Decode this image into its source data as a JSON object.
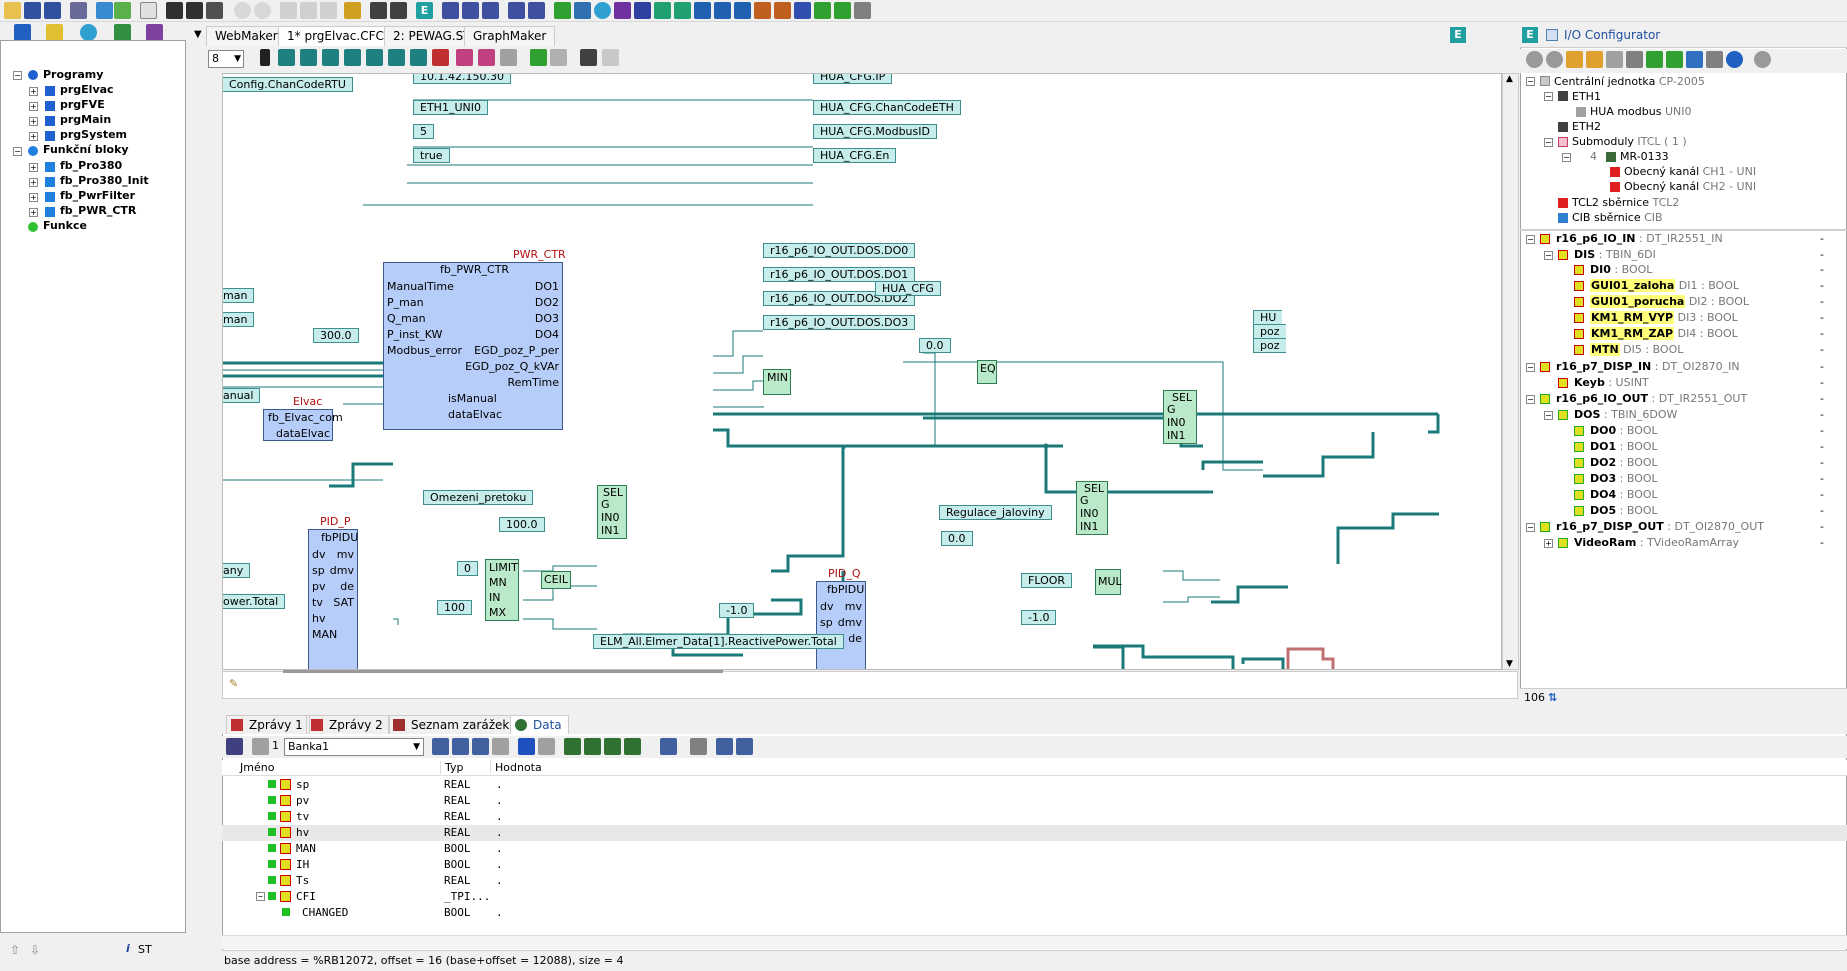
{
  "tabs": {
    "webmaker": "WebMaker",
    "prgElvac": "1* prgElvac.CFC",
    "pewag": "2: PEWAG.ST",
    "graphmaker": "GraphMaker"
  },
  "zoom": "8",
  "left_tree": {
    "programs": "Programy",
    "prg": [
      "prgElvac",
      "prgFVE",
      "prgMain",
      "prgSystem"
    ],
    "fblocks": "Funkční bloky",
    "fb": [
      "fb_Pro380",
      "fb_Pro380_Init",
      "fb_PwrFilter",
      "fb_PWR_CTR"
    ],
    "functions": "Funkce"
  },
  "left_bottom": {
    "st": "ST"
  },
  "cfc": {
    "top_labels": [
      "Config.ChanCodeRTU",
      "10.1.42.150.30",
      "ETH1_UNI0",
      "5",
      "true"
    ],
    "out_labels": [
      "HUA_CFG.IP",
      "HUA_CFG.ChanCodeETH",
      "HUA_CFG.ModbusID",
      "HUA_CFG.En"
    ],
    "pwr": {
      "title": "PWR_CTR",
      "type": "fb_PWR_CTR",
      "in": [
        "ManualTime",
        "P_man",
        "Q_man",
        "P_inst_KW",
        "Modbus_error"
      ],
      "out": [
        "DO1",
        "DO2",
        "DO3",
        "DO4",
        "EGD_poz_P_per",
        "EGD_poz_Q_kVAr",
        "RemTime"
      ],
      "bottom": [
        "isManual",
        "dataElvac"
      ]
    },
    "do_labels": [
      "r16_p6_IO_OUT.DOS.DO0",
      "r16_p6_IO_OUT.DOS.DO1",
      "r16_p6_IO_OUT.DOS.DO2",
      "r16_p6_IO_OUT.DOS.DO3"
    ],
    "left_cut": [
      "man",
      "man",
      "anual",
      "any",
      "ower.Total"
    ],
    "const_300": "300.0",
    "elvac": {
      "title": "Elvac",
      "type": "fb_Elvac_com",
      "out": "dataElvac"
    },
    "hua_cfg": "HUA_CFG",
    "min": "MIN",
    "eq": "EQ",
    "const_00a": "0.0",
    "sel1": {
      "title": "SEL",
      "pins": [
        "G",
        "IN0",
        "IN1"
      ]
    },
    "omezeni": "Omezeni_pretoku",
    "const_100": "100.0",
    "sel2": {
      "title": "SEL",
      "pins": [
        "G",
        "IN0",
        "IN1"
      ]
    },
    "regulace": "Regulace_jaloviny",
    "const_00b": "0.0",
    "sel3": {
      "title": "SEL",
      "pins": [
        "G",
        "IN0",
        "IN1"
      ]
    },
    "pid_p": {
      "title": "PID_P",
      "type": "fbPIDU",
      "in": [
        "dv",
        "sp",
        "pv",
        "tv",
        "hv",
        "MAN"
      ],
      "out": [
        "mv",
        "dmv",
        "de",
        "SAT"
      ]
    },
    "limit": {
      "pins": [
        "LIMIT",
        "MN",
        "IN",
        "MX"
      ]
    },
    "const_0": "0",
    "const_100b": "100",
    "ceil": "CEIL",
    "pid_q": {
      "title": "PID_Q",
      "type": "fbPIDU",
      "in": [
        "dv",
        "sp",
        "pv"
      ],
      "out": [
        "mv",
        "dmv",
        "de"
      ]
    },
    "const_m1a": "-1.0",
    "floor": "FLOOR",
    "mul": "MUL",
    "const_m1b": "-1.0",
    "elm": "ELM_All.Elmer_Data[1].ReactivePower.Total",
    "hua_cut": [
      "HU",
      "poz",
      "poz"
    ]
  },
  "io": {
    "title": "I/O Configurator",
    "tree": [
      {
        "name": "Centrální jednotka",
        "type": "CP-2005"
      },
      {
        "name": "ETH1",
        "type": ""
      },
      {
        "name": "HUA modbus",
        "type": "UNI0"
      },
      {
        "name": "ETH2",
        "type": ""
      },
      {
        "name": "Submoduly",
        "type": "ITCL ( 1 )"
      },
      {
        "name": "4",
        "type": "MR-0133"
      },
      {
        "name": "Obecný kanál",
        "type": "CH1 - UNI"
      },
      {
        "name": "Obecný kanál",
        "type": "CH2 - UNI"
      },
      {
        "name": "TCL2 sběrnice",
        "type": "TCL2"
      },
      {
        "name": "CIB sběrnice",
        "type": "CIB"
      }
    ],
    "vars": [
      {
        "name": "r16_p6_IO_IN",
        "type": ": DT_IR2551_IN",
        "val": "-"
      },
      {
        "name": "DIS",
        "type": ": TBIN_6DI",
        "val": "-"
      },
      {
        "name": "DI0",
        "type": ": BOOL",
        "val": "-"
      },
      {
        "name": "GUI01_zaloha",
        "type": "DI1 : BOOL",
        "val": "-"
      },
      {
        "name": "GUI01_porucha",
        "type": "DI2 : BOOL",
        "val": "-"
      },
      {
        "name": "KM1_RM_VYP",
        "type": "DI3 : BOOL",
        "val": "-"
      },
      {
        "name": "KM1_RM_ZAP",
        "type": "DI4 : BOOL",
        "val": "-"
      },
      {
        "name": "MTN",
        "type": "DI5 : BOOL",
        "val": "-"
      },
      {
        "name": "r16_p7_DISP_IN",
        "type": ": DT_OI2870_IN",
        "val": "-"
      },
      {
        "name": "Keyb",
        "type": ": USINT",
        "val": "-"
      },
      {
        "name": "r16_p6_IO_OUT",
        "type": ": DT_IR2551_OUT",
        "val": "-"
      },
      {
        "name": "DOS",
        "type": ": TBIN_6DOW",
        "val": "-"
      },
      {
        "name": "DO0",
        "type": ": BOOL",
        "val": "-"
      },
      {
        "name": "DO1",
        "type": ": BOOL",
        "val": "-"
      },
      {
        "name": "DO2",
        "type": ": BOOL",
        "val": "-"
      },
      {
        "name": "DO3",
        "type": ": BOOL",
        "val": "-"
      },
      {
        "name": "DO4",
        "type": ": BOOL",
        "val": "-"
      },
      {
        "name": "DO5",
        "type": ": BOOL",
        "val": "-"
      },
      {
        "name": "r16_p7_DISP_OUT",
        "type": ": DT_OI2870_OUT",
        "val": "-"
      },
      {
        "name": "VideoRam",
        "type": ": TVideoRamArray",
        "val": "-"
      }
    ],
    "count": "106"
  },
  "bottom": {
    "tabs": [
      "Zprávy 1",
      "Zprávy 2",
      "Seznam zarážek",
      "Data"
    ],
    "bank_num": "1",
    "bank": "Banka1",
    "cols": [
      "Jméno",
      "Typ",
      "Hodnota"
    ],
    "rows": [
      {
        "n": "sp",
        "t": "REAL",
        "v": "."
      },
      {
        "n": "pv",
        "t": "REAL",
        "v": "."
      },
      {
        "n": "tv",
        "t": "REAL",
        "v": "."
      },
      {
        "n": "hv",
        "t": "REAL",
        "v": "."
      },
      {
        "n": "MAN",
        "t": "BOOL",
        "v": "."
      },
      {
        "n": "IH",
        "t": "BOOL",
        "v": "."
      },
      {
        "n": "Ts",
        "t": "REAL",
        "v": "."
      },
      {
        "n": "CFI",
        "t": "_TPI...",
        "v": ""
      },
      {
        "n": "CHANGED",
        "t": "BOOL",
        "v": "."
      }
    ],
    "status": "base address = %RB12072, offset = 16 (base+offset = 12088), size = 4"
  }
}
